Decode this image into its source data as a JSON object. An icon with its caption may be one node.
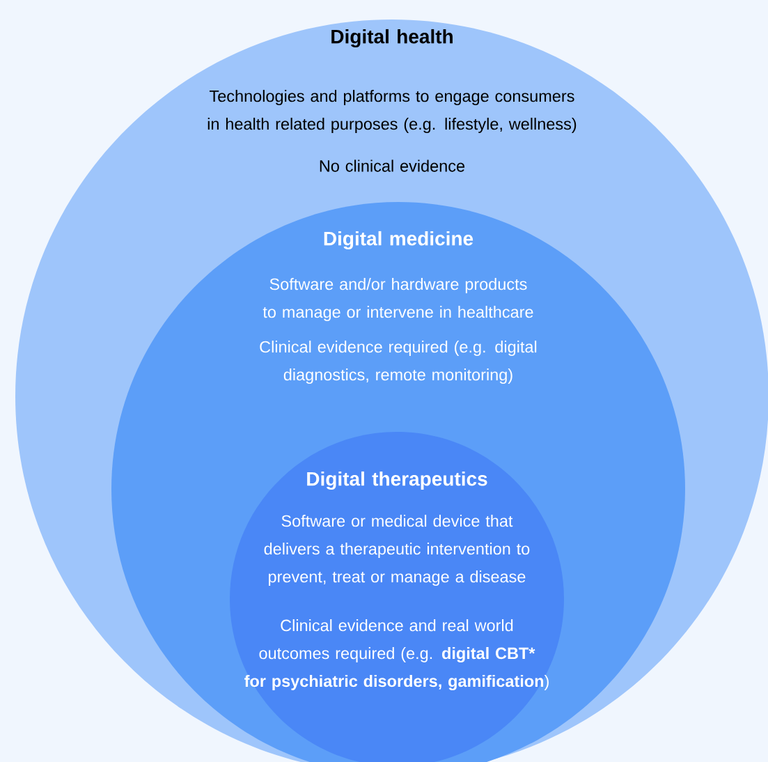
{
  "diagram": {
    "nodes": [
      {
        "text": [
          "Digital health",
          "Technologies and platforms to engage consumers in health related purposes (e.g. lifestyle, wellness)",
          "No clinical evidence"
        ]
      },
      {
        "text": [
          "Digital medicine",
          "Software and/or hardware products to manage or intervene in healthcare",
          "Clinical evidence required (e.g. digital diagnostics, remote monitoring)"
        ],
        "in": 0
      },
      {
        "text": [
          "Digital therapeutics",
          "Software or medical device that delivers a therapeutic intervention to prevent, treat or manage a disease",
          "Clinical evidence and real world outcomes required (e.g. **digital CBT* for psychiatric disorders, gamification**)"
        ],
        "in": 1
      }
    ]
  }
}
